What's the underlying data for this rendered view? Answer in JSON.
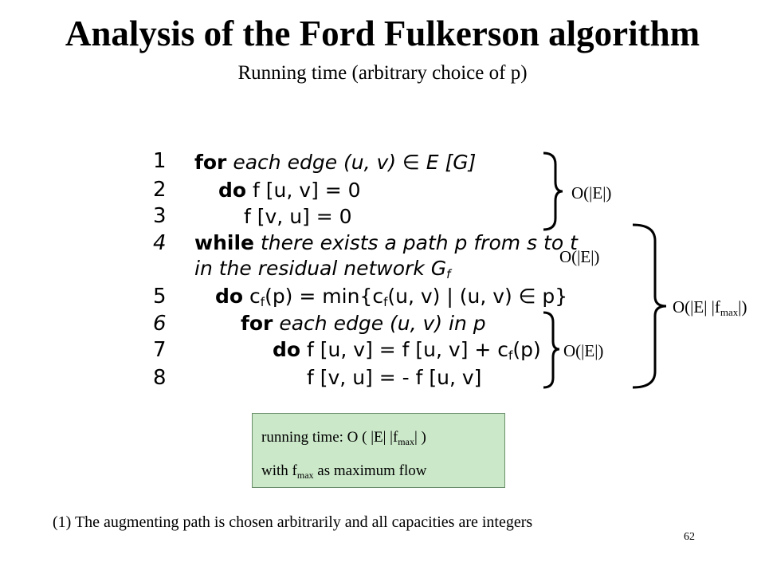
{
  "title": "Analysis of the Ford Fulkerson algorithm",
  "subtitle": "Running time (arbitrary choice of p)",
  "code": {
    "line_numbers": [
      "1",
      "2",
      "3",
      "4",
      "5",
      "6",
      "7",
      "8"
    ],
    "l1": {
      "kw": "for",
      "text": "each edge (u, v) ∈ E [G]"
    },
    "l2": {
      "kw": "do",
      "text": "f [u, v] = 0"
    },
    "l3": {
      "text": "f [v, u] = 0"
    },
    "l4": {
      "kw": "while",
      "text": "there exists a path p from s to t"
    },
    "l4b": {
      "text": "in the residual network G",
      "sub": "f"
    },
    "l5": {
      "kw": "do",
      "c": "c",
      "f": "f",
      "t1": "(p) = min{c",
      "t2": "(u, v) | (u, v) ∈ p}"
    },
    "l6": {
      "kw": "for",
      "text": "each edge (u, v) in p"
    },
    "l7": {
      "kw": "do",
      "t1": "f [u, v] = f [u, v] + c",
      "f": "f",
      "t2": "(p)"
    },
    "l8": {
      "text": "f [v, u] = - f [u, v]"
    }
  },
  "complexity": {
    "init": "O(|E|)",
    "path": "O(|E|)",
    "update": "O(|E|)",
    "total": {
      "prefix": "O(|E| |f",
      "sub": "max",
      "suffix": "|)"
    }
  },
  "box": {
    "line1": {
      "prefix": "running time: O ( |E| |f",
      "sub": "max",
      "suffix": "| )"
    },
    "line2": {
      "prefix": "with f",
      "sub": "max",
      "suffix": " as maximum flow"
    }
  },
  "footnote": "(1) The augmenting path is chosen arbitrarily and all capacities are integers",
  "page_number": "62"
}
